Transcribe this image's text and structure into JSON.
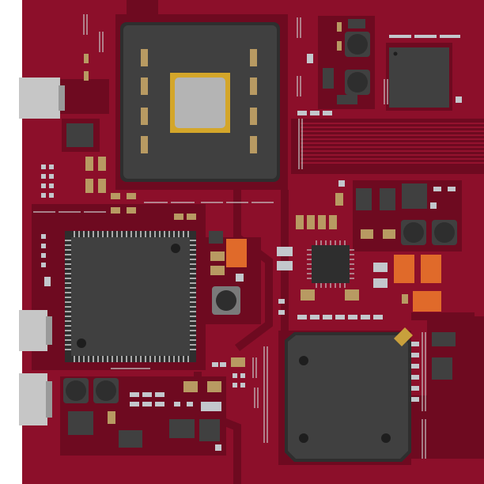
{
  "colors": {
    "page_background": "#ffffff",
    "pcb_base": "#8c0f2a",
    "pcb_dark": "#6e0a20",
    "pcb_trace": "#a11433",
    "chip_body": "#404040",
    "chip_body_dark": "#2e2e2e",
    "chip_pin": "#c9c9c9",
    "die_gold": "#d4a62a",
    "die_silver": "#b4b4b4",
    "connector_metal": "#c6c6c6",
    "smd_tan": "#b89a62",
    "smd_silver": "#c3c7cc",
    "smd_orange": "#e06a2a",
    "gold_pad": "#c8a03c"
  },
  "components": {
    "cpu_socket": "cpu-socket",
    "main_qfp_chip": "qfp-chip",
    "bga_chip": "bga-chip",
    "small_qfp_chip": "small-qfp-chip",
    "usb_connectors": "usb-connector",
    "inductors": "inductor",
    "capacitors": "smd-capacitor",
    "resistors": "smd-resistor"
  }
}
